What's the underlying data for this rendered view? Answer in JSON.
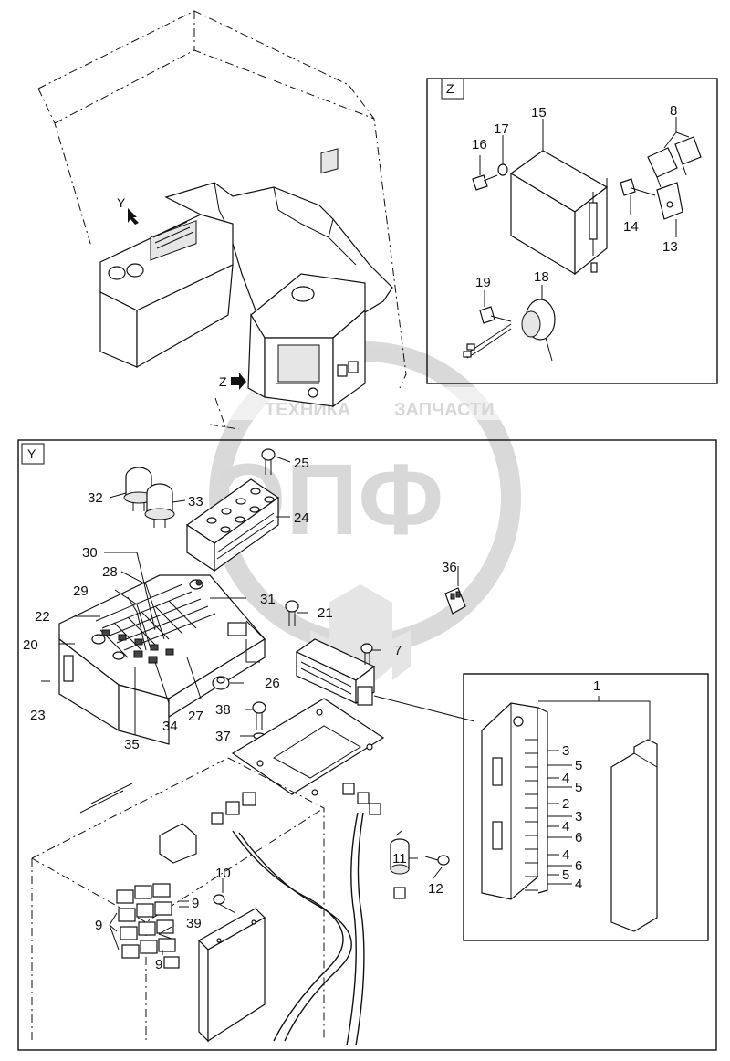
{
  "watermark": {
    "company": "ТЕХНИКА",
    "parts": "ЗАПЧАСТИ",
    "logo_letters": "ЭПФ",
    "color": "#b9b9b9"
  },
  "views": {
    "z": {
      "tag": "Z"
    },
    "y": {
      "tag": "Y"
    }
  },
  "arrows": {
    "y": "Y",
    "z": "Z"
  },
  "callouts": {
    "c1": "1",
    "c2": "2",
    "c3": "3",
    "c4": "4",
    "c5": "5",
    "c6": "6",
    "c7": "7",
    "c8": "8",
    "c9": "9",
    "c10": "10",
    "c11": "11",
    "c12": "12",
    "c13": "13",
    "c14": "14",
    "c15": "15",
    "c16": "16",
    "c17": "17",
    "c18": "18",
    "c19": "19",
    "c20": "20",
    "c21": "21",
    "c22": "22",
    "c23": "23",
    "c24": "24",
    "c25": "25",
    "c26": "26",
    "c27": "27",
    "c28": "28",
    "c29": "29",
    "c30": "30",
    "c31": "31",
    "c32": "32",
    "c33": "33",
    "c34": "34",
    "c35": "35",
    "c36": "36",
    "c37": "37",
    "c38": "38",
    "c39": "39"
  },
  "fuse_block_labels": [
    "3",
    "5",
    "4",
    "5",
    "2",
    "3",
    "4",
    "6",
    "4",
    "6",
    "5",
    "4"
  ]
}
